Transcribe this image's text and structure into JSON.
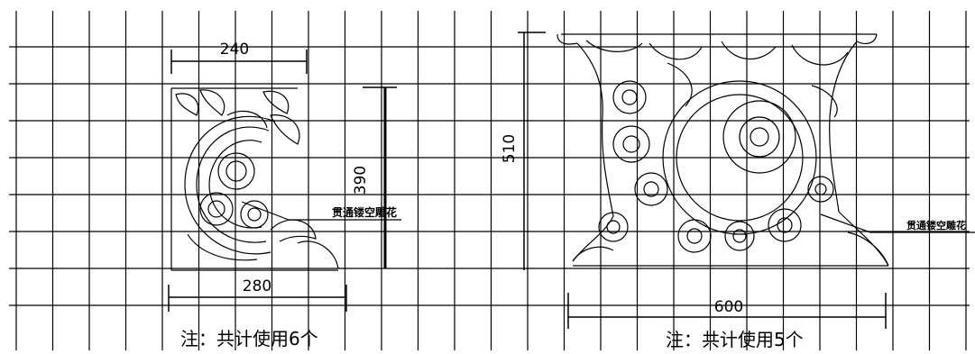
{
  "drawing": {
    "left_panel": {
      "width_top_label": "240",
      "height_label": "390",
      "width_bottom_label": "280",
      "carving_label": "贯通镂空雕花",
      "note_label": "注：共计使用6个"
    },
    "right_panel": {
      "height_label": "510",
      "width_bottom_label": "600",
      "carving_label": "贯通镂空雕花",
      "note_label": "注：共计使用5个"
    },
    "colors": {
      "line": "#000000",
      "background": "#ffffff"
    }
  }
}
